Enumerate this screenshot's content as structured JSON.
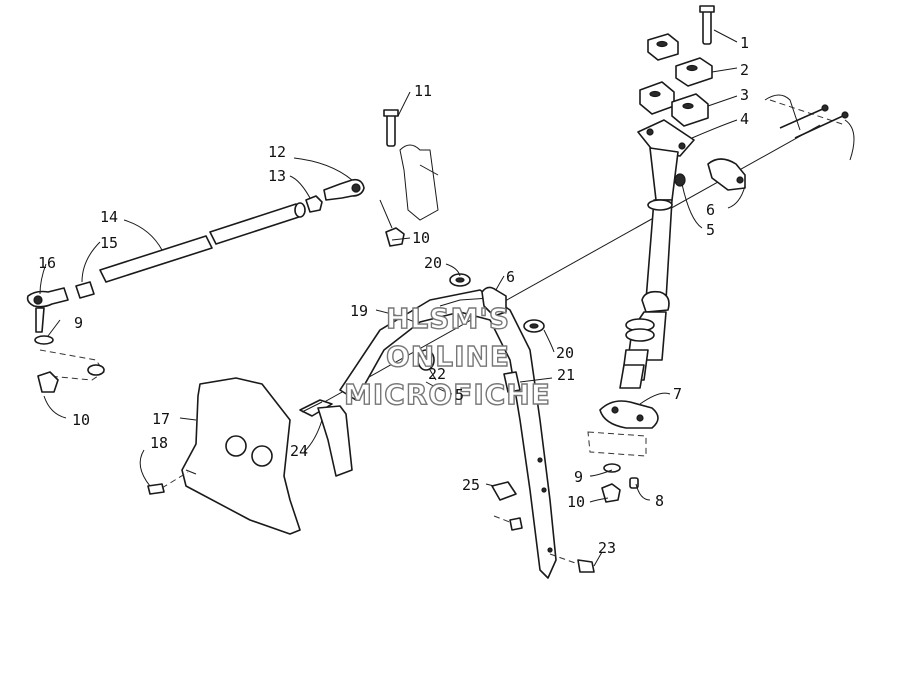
{
  "watermark": [
    "HLSM'S",
    "ONLINE",
    "MICROFICHE"
  ],
  "callouts": [
    {
      "id": "c1",
      "label": "1"
    },
    {
      "id": "c2",
      "label": "2"
    },
    {
      "id": "c3",
      "label": "3"
    },
    {
      "id": "c4",
      "label": "4"
    },
    {
      "id": "c5a",
      "label": "5"
    },
    {
      "id": "c6a",
      "label": "6"
    },
    {
      "id": "c7",
      "label": "7"
    },
    {
      "id": "c8",
      "label": "8"
    },
    {
      "id": "c9a",
      "label": "9"
    },
    {
      "id": "c10a",
      "label": "10"
    },
    {
      "id": "c11",
      "label": "11"
    },
    {
      "id": "c12",
      "label": "12"
    },
    {
      "id": "c13",
      "label": "13"
    },
    {
      "id": "c10b",
      "label": "10"
    },
    {
      "id": "c14",
      "label": "14"
    },
    {
      "id": "c15",
      "label": "15"
    },
    {
      "id": "c16",
      "label": "16"
    },
    {
      "id": "c9b",
      "label": "9"
    },
    {
      "id": "c10c",
      "label": "10"
    },
    {
      "id": "c20a",
      "label": "20"
    },
    {
      "id": "c6b",
      "label": "6"
    },
    {
      "id": "c19",
      "label": "19"
    },
    {
      "id": "c20b",
      "label": "20"
    },
    {
      "id": "c22",
      "label": "22"
    },
    {
      "id": "c21",
      "label": "21"
    },
    {
      "id": "c5b",
      "label": "5"
    },
    {
      "id": "c17",
      "label": "17"
    },
    {
      "id": "c18",
      "label": "18"
    },
    {
      "id": "c24",
      "label": "24"
    },
    {
      "id": "c25",
      "label": "25"
    },
    {
      "id": "c23",
      "label": "23"
    }
  ]
}
